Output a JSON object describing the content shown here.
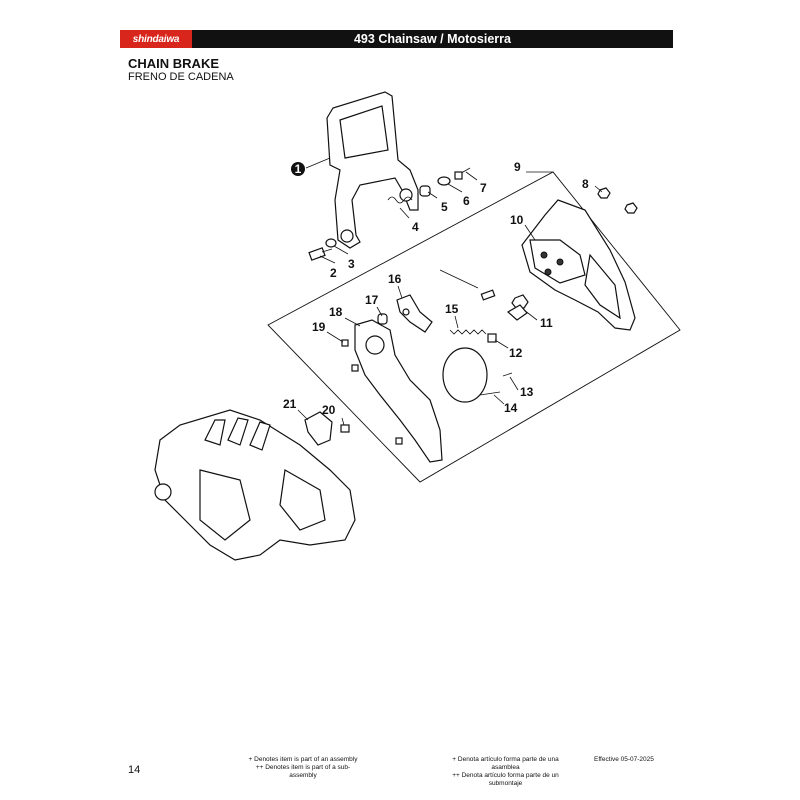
{
  "header": {
    "brand": "shindaiwa",
    "title": "493 Chainsaw / Motosierra"
  },
  "section": {
    "title": "CHAIN BRAKE",
    "subtitle": "FRENO DE CADENA"
  },
  "callouts": [
    "1",
    "2",
    "3",
    "4",
    "5",
    "6",
    "7",
    "8",
    "9",
    "10",
    "11",
    "12",
    "13",
    "14",
    "15",
    "16",
    "17",
    "18",
    "19",
    "20",
    "21"
  ],
  "footer": {
    "page_number": "14",
    "assembly_en": "+ Denotes item is part of an assembly",
    "subassembly_en": "++ Denotes item is part of a sub-assembly",
    "assembly_es": "+ Denota artículo forma parte de una asamblea",
    "subassembly_es": "++ Denota artículo forma parte de un submontaje",
    "effective": "Effective 05-07-2025"
  },
  "colors": {
    "brand_red": "#d8261c",
    "header_bg": "#111111"
  }
}
